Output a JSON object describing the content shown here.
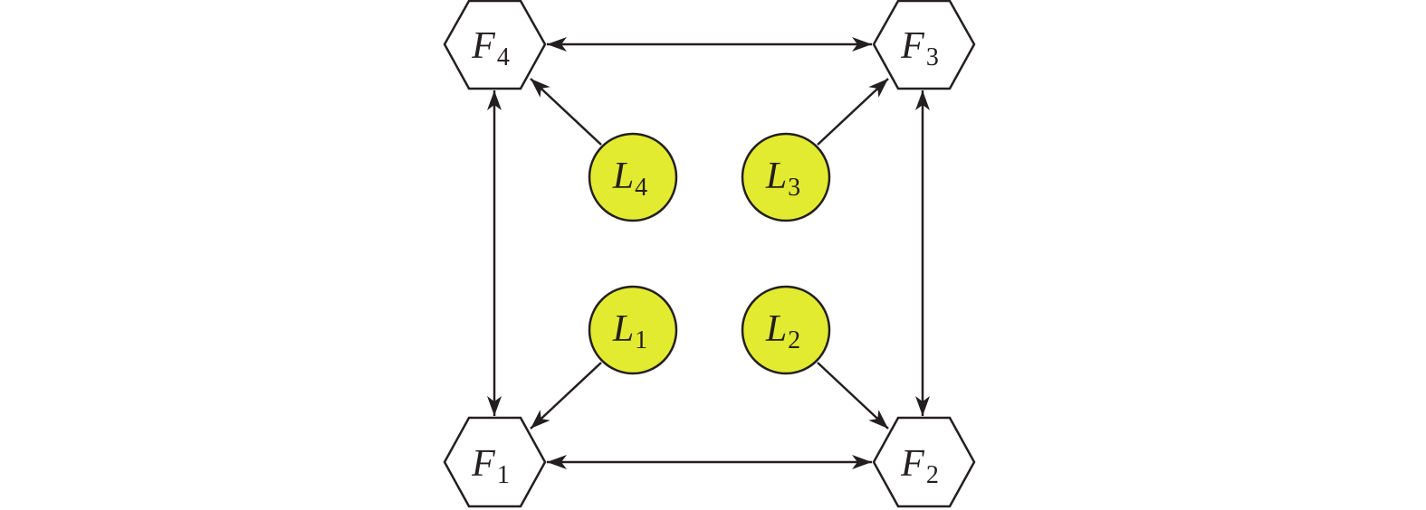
{
  "colors": {
    "leader_fill": "#e3eb31",
    "stroke": "#231f20",
    "follower_fill": "#ffffff"
  },
  "followers": [
    {
      "id": "F1",
      "letter": "F",
      "index": "1"
    },
    {
      "id": "F2",
      "letter": "F",
      "index": "2"
    },
    {
      "id": "F3",
      "letter": "F",
      "index": "3"
    },
    {
      "id": "F4",
      "letter": "F",
      "index": "4"
    }
  ],
  "leaders": [
    {
      "id": "L1",
      "letter": "L",
      "index": "1"
    },
    {
      "id": "L2",
      "letter": "L",
      "index": "2"
    },
    {
      "id": "L3",
      "letter": "L",
      "index": "3"
    },
    {
      "id": "L4",
      "letter": "L",
      "index": "4"
    }
  ],
  "edges": [
    {
      "from": "F4",
      "to": "F3",
      "bidirectional": true
    },
    {
      "from": "F1",
      "to": "F2",
      "bidirectional": true
    },
    {
      "from": "F4",
      "to": "F1",
      "bidirectional": true
    },
    {
      "from": "F3",
      "to": "F2",
      "bidirectional": true
    },
    {
      "from": "L4",
      "to": "F4",
      "bidirectional": false
    },
    {
      "from": "L3",
      "to": "F3",
      "bidirectional": false
    },
    {
      "from": "L1",
      "to": "F1",
      "bidirectional": false
    },
    {
      "from": "L2",
      "to": "F2",
      "bidirectional": false
    }
  ]
}
